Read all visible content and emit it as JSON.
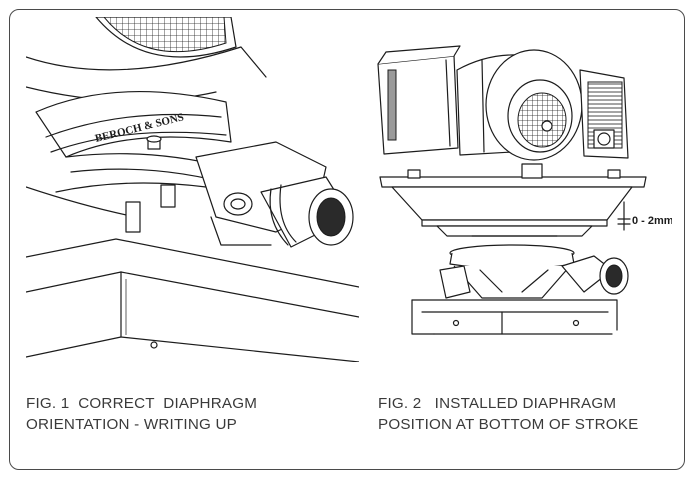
{
  "figure1": {
    "caption_line1": "FIG. 1  CORRECT  DIAPHRAGM",
    "caption_line2": "ORIENTATION - WRITING UP",
    "diaphragm_text": "BEROCH & SONS"
  },
  "figure2": {
    "caption_line1": "FIG. 2   INSTALLED DIAPHRAGM",
    "caption_line2": "POSITION AT BOTTOM OF STROKE",
    "gap_label": "0 - 2mm"
  }
}
